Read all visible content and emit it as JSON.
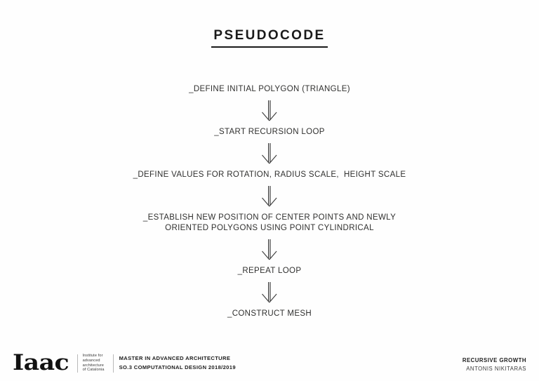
{
  "slide": {
    "background_color": "#fefefe",
    "text_color": "#30302f"
  },
  "header": {
    "title": "PSEUDOCODE"
  },
  "flow": {
    "arrow_icon": "arrow-down-double-line",
    "steps": [
      {
        "id": "step-1",
        "text": "_DEFINE INITIAL POLYGON (TRIANGLE)"
      },
      {
        "id": "step-2",
        "text": "_START RECURSION LOOP"
      },
      {
        "id": "step-3",
        "text": "_DEFINE VALUES FOR ROTATION, RADIUS SCALE,  HEIGHT SCALE"
      },
      {
        "id": "step-4",
        "line1": "_ESTABLISH NEW POSITION OF CENTER POINTS AND NEWLY",
        "line2": "ORIENTED POLYGONS USING POINT CYLINDRICAL"
      },
      {
        "id": "step-5",
        "text": "_REPEAT LOOP"
      },
      {
        "id": "step-6",
        "text": "_CONSTRUCT MESH"
      }
    ]
  },
  "footer": {
    "logo": {
      "wordmark": "Iaac",
      "institute_line1": "Institute for",
      "institute_line2": "advanced",
      "institute_line3": "architecture",
      "institute_line4": "of Catalonia"
    },
    "course": {
      "line1": "MASTER IN ADVANCED ARCHITECTURE",
      "line2": "SO.3 COMPUTATIONAL DESIGN 2018/2019"
    },
    "project": {
      "title": "RECURSIVE GROWTH",
      "author": "ANTONIS NIKITARAS"
    }
  }
}
